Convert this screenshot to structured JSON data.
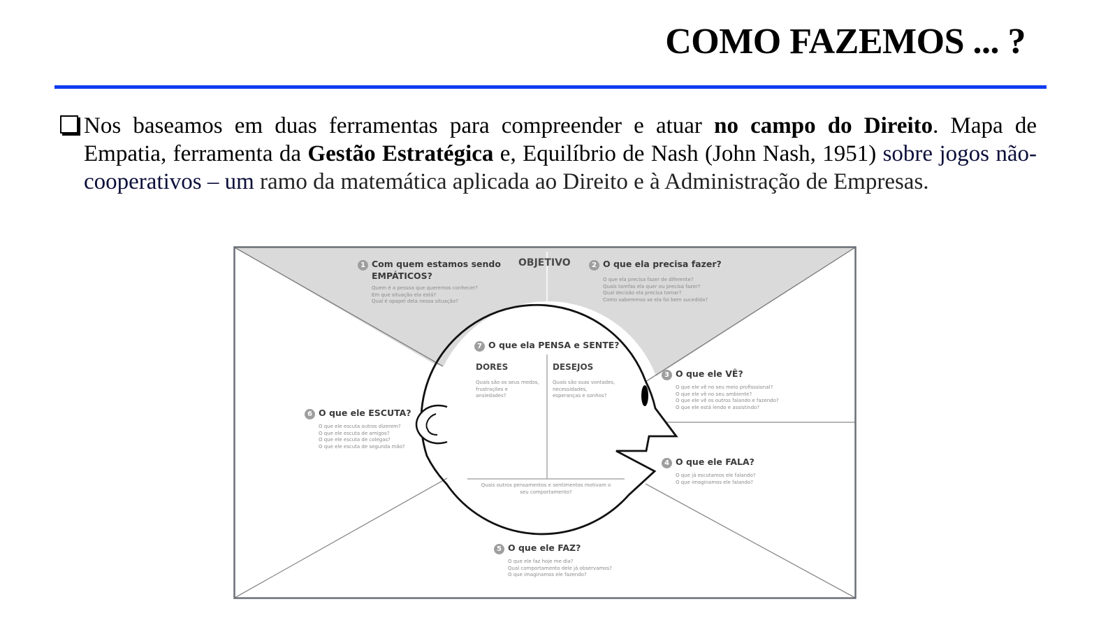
{
  "slide": {
    "title": "COMO FAZEMOS ... ?",
    "accent_color": "#0f3bf0",
    "paragraph": {
      "bullet_icon": "hollow-square-bullet",
      "part1": "Nos baseamos em duas ferramentas para compreender e atuar ",
      "bold1": "no campo do Direito",
      "part2": ". Mapa de Empatia, ferramenta da ",
      "bold2": "Gestão Estratégica",
      "part3": " e, Equilíbrio de Nash (John Nash, 1951) ",
      "navy": "sobre jogos não-cooperativos – um",
      "part4": " ramo da matemática aplicada ao Direito e à Administração de Empresas."
    }
  },
  "empathy_map": {
    "objective_label": "OBJETIVO",
    "sections": [
      {
        "number": "1",
        "title_line1": "Com quem estamos sendo",
        "title_line2": "EMPÁTICOS?",
        "questions": [
          "Quem é a pessoa que queremos conhecer?",
          "Em que situação ela está?",
          "Qual é opapel dela nessa situação?"
        ]
      },
      {
        "number": "2",
        "title": "O que ela precisa fazer?",
        "questions": [
          "O que ela precisa fazer de diferente?",
          "Quais tarefas ela quer ou precisa fazer?",
          "Qual decisão ela precisa tomar?",
          "Como saberemos se ela foi bem sucedida?"
        ]
      },
      {
        "number": "3",
        "title": "O que ele VÊ?",
        "questions": [
          "O que ele vê no seu meio profisssional?",
          "O que ele vê no seu ambiente?",
          "O que ele vê os outros falando e fazendo?",
          "O que ele está lendo e assistindo?"
        ]
      },
      {
        "number": "4",
        "title": "O que ele FALA?",
        "questions": [
          "O que já escutamos ele falando?",
          "O que imaginamos ele falando?"
        ]
      },
      {
        "number": "5",
        "title": "O que ele FAZ?",
        "questions": [
          "O que ele faz hoje me dia?",
          "Qual comportamento dele já observamos?",
          "O que imaginamos ele fazendo?"
        ]
      },
      {
        "number": "6",
        "title": "O que ele ESCUTA?",
        "questions": [
          "O que ele escuta outros dizerem?",
          "O que ele escuta de amigos?",
          "O que ele escuta de colegas?",
          "O que ele escuta de segunda mão?"
        ]
      },
      {
        "number": "7",
        "title": "O que ela PENSA e SENTE?",
        "dores": {
          "title": "DORES",
          "questions": [
            "Quais são os seus medos,",
            "frustrações e",
            "ansiedades?"
          ]
        },
        "desejos": {
          "title": "DESEJOS",
          "questions": [
            "Quais são suas vontades,",
            "necessidades,",
            "esperanças e sonhos?"
          ]
        },
        "footer_line1": "Quais outros pensamentos e sentimentos motivam o",
        "footer_line2": "seu comportamento?"
      }
    ]
  }
}
